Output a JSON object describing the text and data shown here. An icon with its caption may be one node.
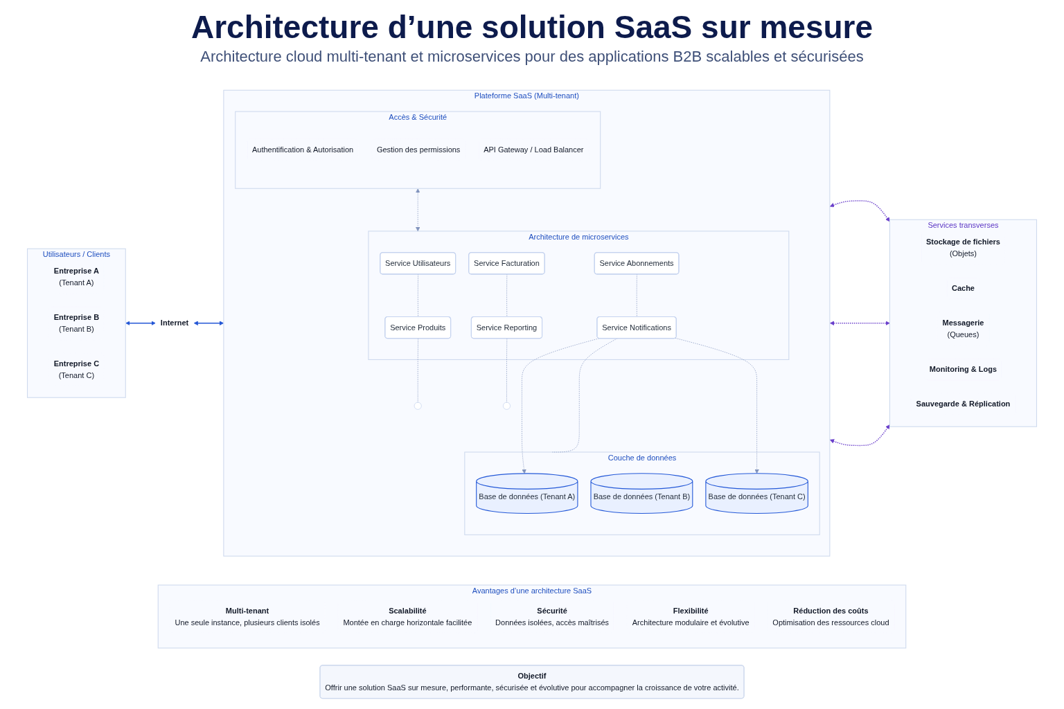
{
  "diagram": {
    "title": "Architecture d’une solution SaaS sur mesure",
    "caption": "Architecture cloud multi-tenant et microservices pour des applications B2B scalables et sécurisées",
    "nodes": [
      {
        "text": [
          "Utilisateurs / Clients"
        ]
      },
      {
        "text": [
          "Entreprise A",
          "(Tenant A)"
        ],
        "in": 0
      },
      {
        "text": [
          "Entreprise B",
          "(Tenant B)"
        ],
        "in": 0
      },
      {
        "text": [
          "Entreprise C",
          "(Tenant C)"
        ],
        "in": 0
      },
      {
        "text": [
          "Internet"
        ]
      },
      {
        "text": [
          "Plateforme SaaS (Multi-tenant)"
        ]
      },
      {
        "text": [
          "Accès & Sécurité"
        ],
        "in": 5
      },
      {
        "text": [
          "Authentification & Autorisation"
        ],
        "in": 6
      },
      {
        "text": [
          "Gestion des permissions"
        ],
        "in": 6
      },
      {
        "text": [
          "API Gateway / Load Balancer"
        ],
        "in": 6
      },
      {
        "text": [
          "Architecture de microservices"
        ],
        "in": 5
      },
      {
        "text": [
          "Service Utilisateurs"
        ],
        "in": 10
      },
      {
        "text": [
          "Service Abonnements"
        ],
        "in": 10
      },
      {
        "text": [
          "Service Facturation"
        ],
        "in": 10
      },
      {
        "text": [
          "Service Produits"
        ],
        "in": 10
      },
      {
        "text": [
          "Service Notifications"
        ],
        "in": 10
      },
      {
        "text": [
          "Service Reporting"
        ],
        "in": 10
      },
      {
        "text": [
          "Couche de données"
        ],
        "in": 5
      },
      {
        "text": [
          "Base de données (Tenant A)"
        ],
        "in": 17
      },
      {
        "text": [
          "Base de données (Tenant B)"
        ],
        "in": 17
      },
      {
        "text": [
          "Base de données (Tenant C)"
        ],
        "in": 17
      },
      {
        "text": [
          "Services transverses"
        ]
      },
      {
        "text": [
          "Stockage de fichiers",
          "(Objets)"
        ],
        "in": 21
      },
      {
        "text": [
          "Cache"
        ],
        "in": 21
      },
      {
        "text": [
          "Messagerie",
          "(Queues)"
        ],
        "in": 21
      },
      {
        "text": [
          "Monitoring & Logs"
        ],
        "in": 21
      },
      {
        "text": [
          "Sauvegarde & Réplication"
        ],
        "in": 21
      },
      {
        "text": [
          "Avantages d’une architecture SaaS"
        ]
      },
      {
        "text": [
          "Multi-tenant",
          "Une seule instance, plusieurs clients isolés"
        ],
        "in": 27
      },
      {
        "text": [
          "Scalabilité",
          "Montée en charge horizontale facilitée"
        ],
        "in": 27
      },
      {
        "text": [
          "Sécurité",
          "Données isolées, accès maîtrisés"
        ],
        "in": 27
      },
      {
        "text": [
          "Flexibilité",
          "Architecture modulaire et évolutive"
        ],
        "in": 27
      },
      {
        "text": [
          "Réduction des coûts",
          "Optimisation des ressources cloud"
        ],
        "in": 27
      },
      {
        "text": [
          "Objectif",
          "Offrir une solution SaaS sur mesure, performante, sécurisée et évolutive pour accompagner la croissance de votre activité."
        ]
      }
    ],
    "edges": [
      {
        "from": 0,
        "to": 4,
        "arrow": "both",
        "color": "#2457d6"
      },
      {
        "from": 4,
        "to": 5,
        "arrow": "both",
        "color": "#2457d6"
      },
      {
        "from": 6,
        "to": 10,
        "arrow": "both",
        "style": "dashed"
      },
      {
        "from": 11,
        "to": 14,
        "arrow": "none",
        "style": "dashed"
      },
      {
        "from": 12,
        "to": 15,
        "arrow": "none",
        "style": "dashed"
      },
      {
        "from": 13,
        "to": 16,
        "arrow": "none",
        "style": "dashed"
      },
      {
        "from": 14,
        "to": null,
        "arrow": "none",
        "style": "dashed"
      },
      {
        "from": 15,
        "to": 18,
        "arrow": "to",
        "style": "dashed"
      },
      {
        "from": 15,
        "to": 17,
        "arrow": "none",
        "style": "dashed"
      },
      {
        "from": 15,
        "to": 20,
        "arrow": "to",
        "style": "dashed"
      },
      {
        "from": 16,
        "to": null,
        "arrow": "none",
        "style": "dashed"
      },
      {
        "from": 5,
        "to": 21,
        "arrow": "both",
        "style": "dashed",
        "color": "#6a3fcb"
      },
      {
        "from": 5,
        "to": 21,
        "arrow": "both",
        "style": "dashed",
        "color": "#6a3fcb"
      },
      {
        "from": 5,
        "to": 21,
        "arrow": "both",
        "style": "dashed",
        "color": "#6a3fcb"
      }
    ]
  }
}
